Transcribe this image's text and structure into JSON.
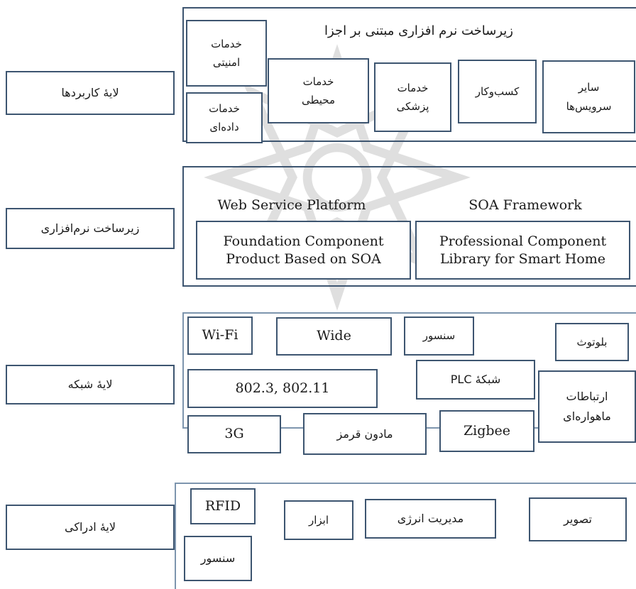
{
  "layers": {
    "application": "لایۀ کاربردها",
    "middleware": "زیرساخت نرم‌افزاری",
    "network": "لایۀ شبکه",
    "perception": "لایۀ ادراکی"
  },
  "application_layer": {
    "title": "زیرساخت نرم افزاری مبتنی بر اجزا",
    "security": [
      "خدمات",
      "امنیتی"
    ],
    "data": [
      "خدمات",
      "داده‌ای"
    ],
    "environmental": [
      "خدمات",
      "محیطی"
    ],
    "medical": [
      "خدمات",
      "پزشکی"
    ],
    "business": "کسب‌وکار",
    "other": [
      "سایر",
      "سرویس‌ها"
    ]
  },
  "middleware_layer": {
    "web_service_platform": "Web Service Platform",
    "soa_framework": "SOA Framework",
    "foundation": [
      "Foundation Component",
      "Product Based on SOA"
    ],
    "professional": [
      "Professional Component",
      "Library for Smart Home"
    ]
  },
  "network_layer": {
    "wifi": "Wi-Fi",
    "wide": "Wide",
    "sensor": "سنسور",
    "bluetooth": "بلوتوث",
    "ethernet": "802.3, 802.11",
    "plc": "شبکۀ PLC",
    "satellite": [
      "ارتباطات",
      "ماهواره‌ای"
    ],
    "g3": "3G",
    "infrared": "مادون قرمز",
    "zigbee": "Zigbee"
  },
  "perception_layer": {
    "rfid": "RFID",
    "tools": "ابزار",
    "energy": "مدیریت انرژی",
    "image": "تصویر",
    "sensor": "سنسور"
  }
}
